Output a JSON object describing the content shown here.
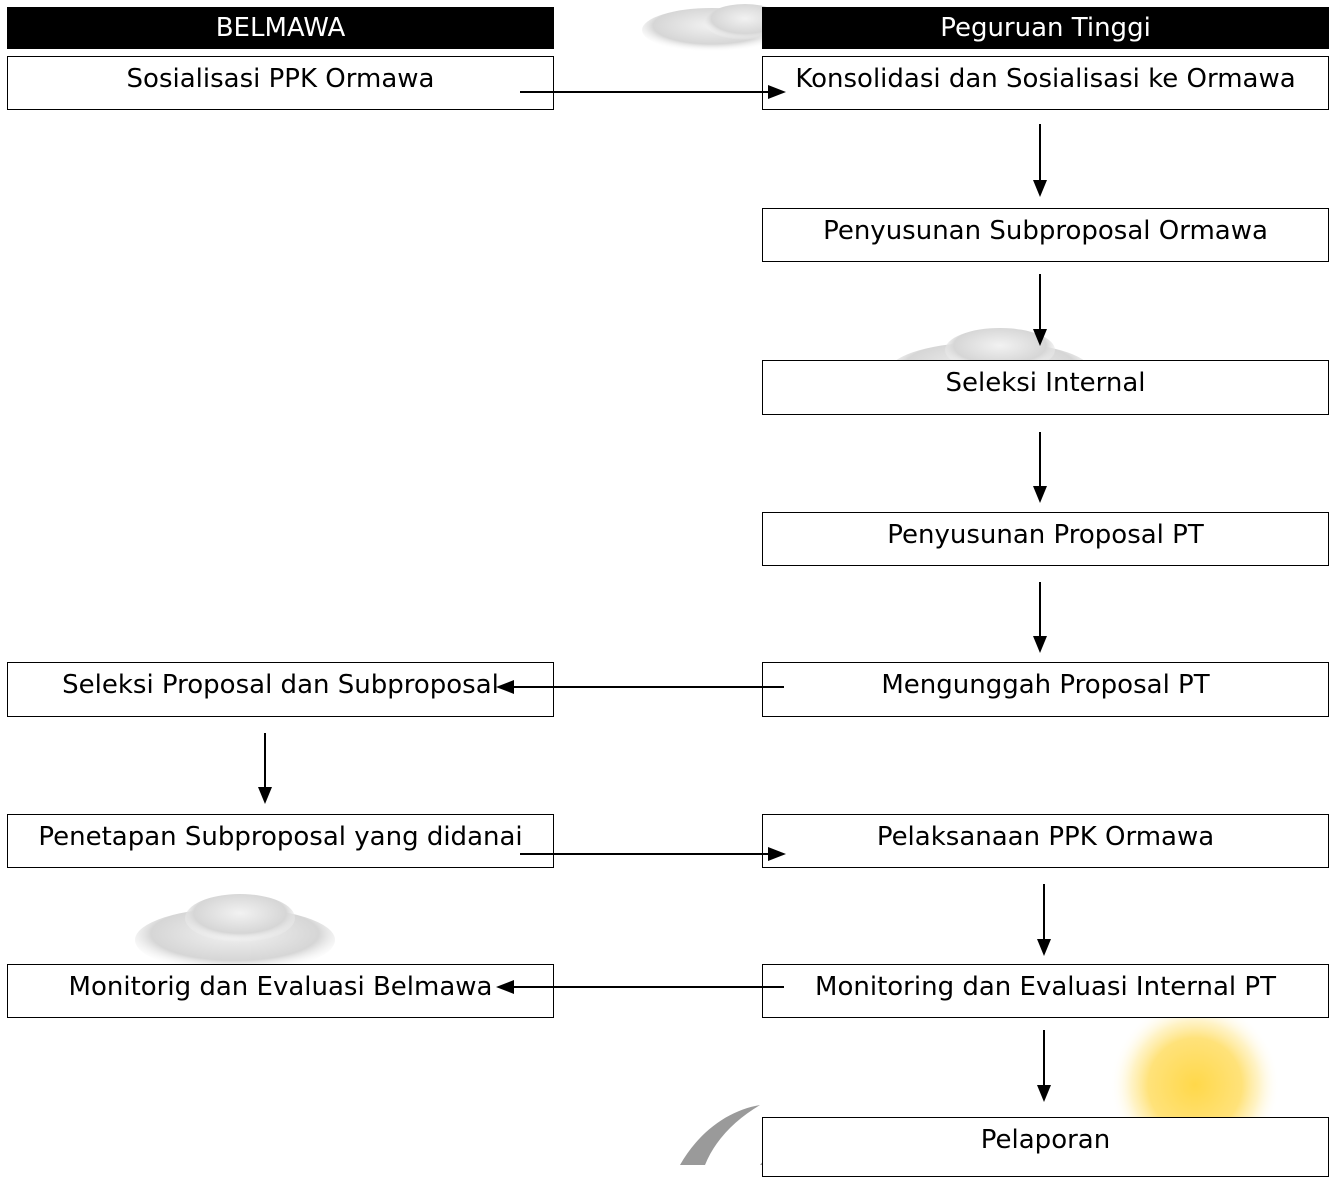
{
  "headers": {
    "belmawa": "BELMAWA",
    "perguruan_tinggi": "Peguruan Tinggi"
  },
  "belmawa_steps": {
    "sosialisasi": "Sosialisasi  PPK Ormawa",
    "seleksi_proposal": "Seleksi Proposal dan Subproposal",
    "penetapan": "Penetapan Subproposal yang didanai",
    "monitoring": "Monitorig dan Evaluasi Belmawa"
  },
  "pt_steps": {
    "konsolidasi": "Konsolidasi dan Sosialisasi ke Ormawa",
    "penyusunan_subproposal": "Penyusunan Subproposal Ormawa",
    "seleksi_internal": "Seleksi Internal",
    "penyusunan_proposal": "Penyusunan Proposal PT",
    "mengunggah": "Mengunggah Proposal PT",
    "pelaksanaan": "Pelaksanaan PPK Ormawa",
    "monitoring_internal": "Monitoring dan Evaluasi Internal PT",
    "pelaporan": "Pelaporan"
  }
}
